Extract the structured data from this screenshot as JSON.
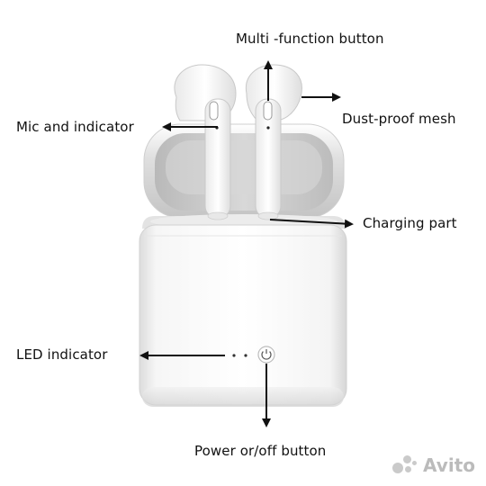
{
  "labels": {
    "multi_function": "Multi -function button",
    "mic": "Mic and indicator",
    "dust": "Dust-proof mesh",
    "charging": "Charging part",
    "led": "LED indicator",
    "power": "Power or/off button"
  },
  "watermark": {
    "text": "Avito"
  },
  "colors": {
    "case": "#f2f2f2",
    "arrow": "#111111",
    "text": "#111111"
  }
}
